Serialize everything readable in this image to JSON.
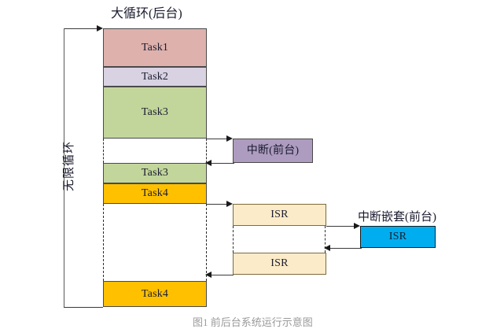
{
  "diagram": {
    "title_main": "大循环(后台)",
    "title_interrupt": "中断(前台)",
    "title_nested": "中断嵌套(前台)",
    "loop_label": "无限循环",
    "bottom_caption": "图1 前后台系统运行示意图"
  },
  "colors": {
    "task1": "#DFB1AD",
    "task2": "#D8D2E3",
    "task3": "#C2D69B",
    "task4": "#FFC000",
    "interrupt": "#AD9CC0",
    "isr": "#FCEBC8",
    "isr_nested": "#00AEEF",
    "border_dark": "#4a4a4a",
    "border_isr": "#7F6A3C",
    "line": "#3a3a3a"
  },
  "background_column": {
    "blocks": [
      {
        "label": "Task1",
        "color_key": "task1"
      },
      {
        "label": "Task2",
        "color_key": "task2"
      },
      {
        "label": "Task3",
        "color_key": "task3"
      },
      {
        "label": "Task3",
        "color_key": "task3"
      },
      {
        "label": "Task4",
        "color_key": "task4"
      },
      {
        "label": "Task4",
        "color_key": "task4"
      }
    ]
  },
  "foreground": {
    "interrupt_block": {
      "label": "中断(前台)"
    },
    "isr_blocks": [
      {
        "label": "ISR"
      },
      {
        "label": "ISR"
      }
    ],
    "nested_isr_block": {
      "label": "ISR"
    }
  }
}
